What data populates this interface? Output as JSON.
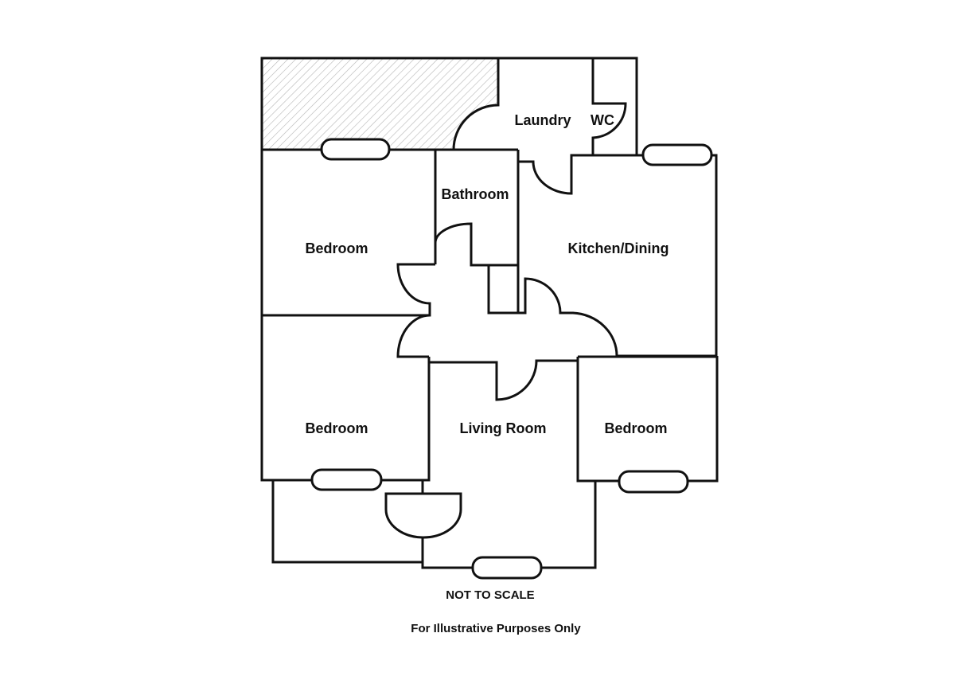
{
  "rooms": {
    "laundry": "Laundry",
    "wc": "WC",
    "bathroom": "Bathroom",
    "bedroom_1": "Bedroom",
    "kitchen_dining": "Kitchen/Dining",
    "bedroom_2": "Bedroom",
    "living_room": "Living Room",
    "bedroom_3": "Bedroom"
  },
  "notes": {
    "scale": "NOT TO SCALE",
    "disclaimer": "For Illustrative Purposes Only"
  },
  "colors": {
    "line": "#111111",
    "hatch": "#b5b5b5"
  }
}
